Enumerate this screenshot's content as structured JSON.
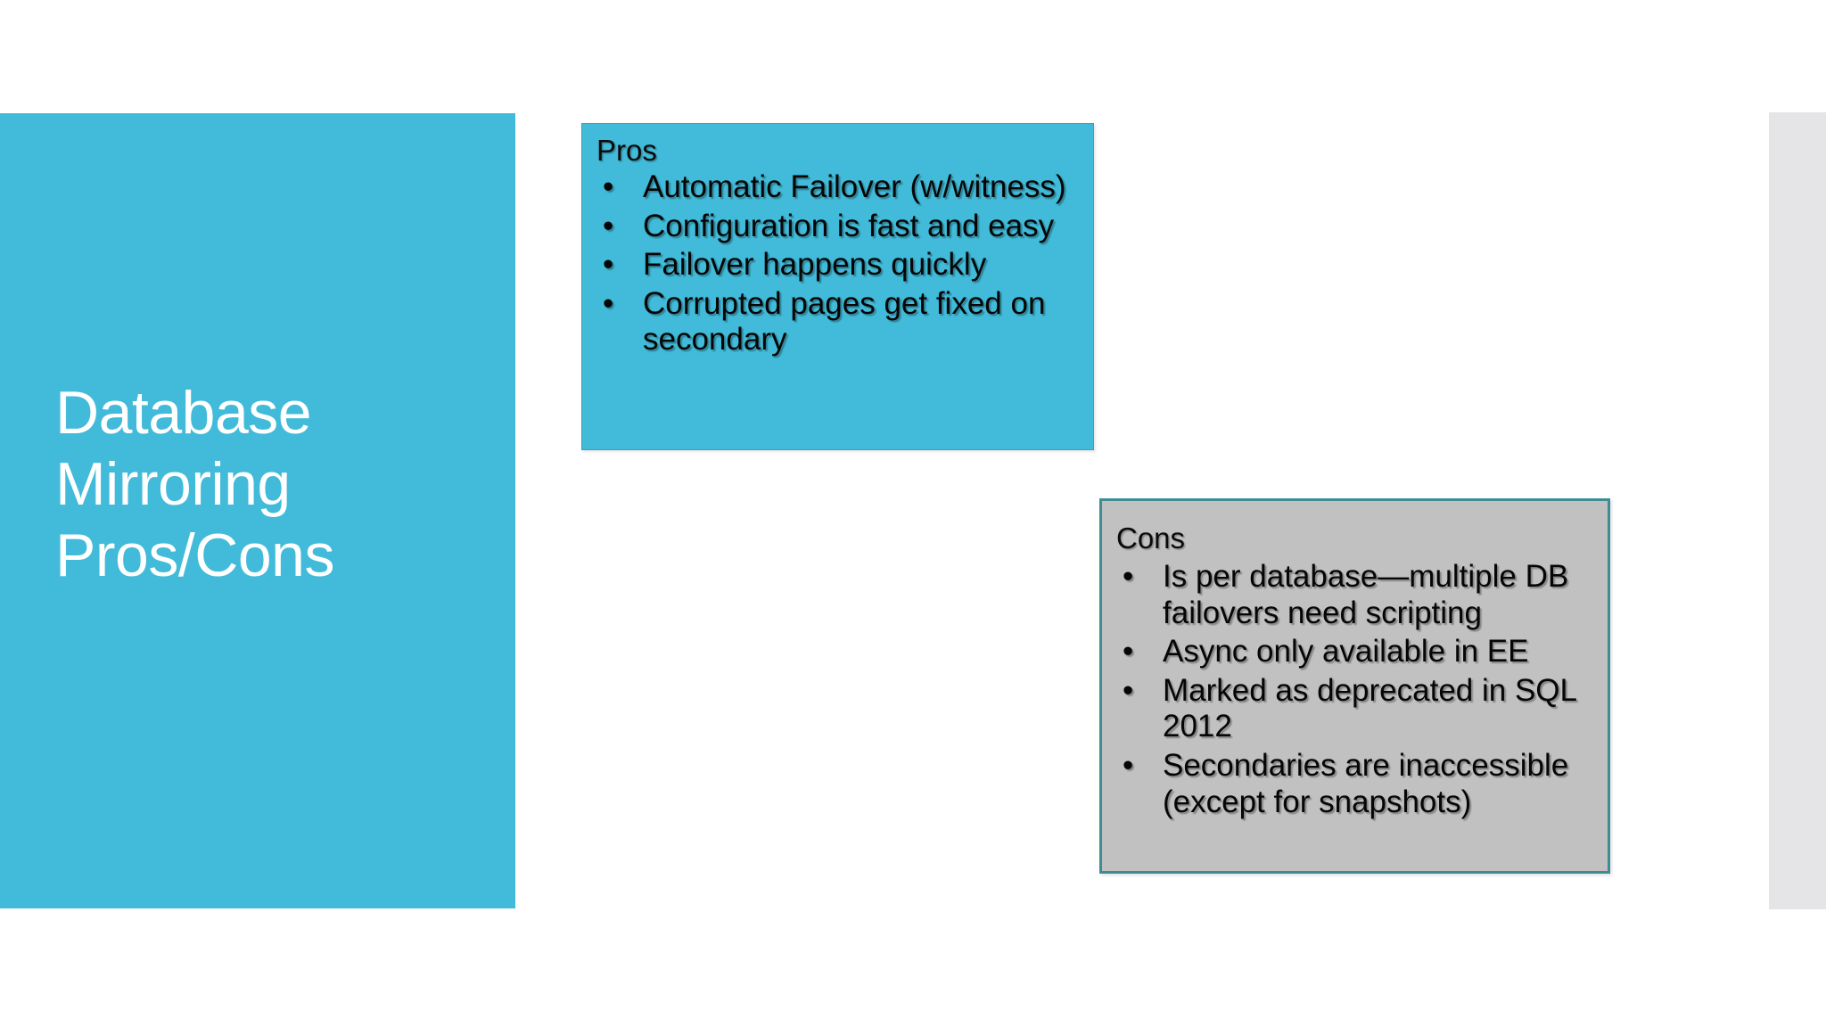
{
  "slide": {
    "background_color": "#ffffff",
    "accent_color": "#41bbd9",
    "cons_fill_color": "#c2c1c1",
    "cons_border_color": "#3d8d94",
    "edge_strip_color": "#e5e4e6"
  },
  "title": {
    "text": "Database\nMirroring\nPros/Cons",
    "color": "#ffffff"
  },
  "pros": {
    "heading": "Pros",
    "bullet_glyph": "•",
    "items": [
      "Automatic Failover (w/witness)",
      "Configuration is fast and easy",
      "Failover happens quickly",
      "Corrupted pages get fixed on secondary"
    ]
  },
  "cons": {
    "heading": "Cons",
    "bullet_glyph": "•",
    "items": [
      "Is per database—multiple DB failovers need scripting",
      "Async only available in EE",
      "Marked as deprecated in SQL 2012",
      "Secondaries are inaccessible (except for snapshots)"
    ]
  }
}
